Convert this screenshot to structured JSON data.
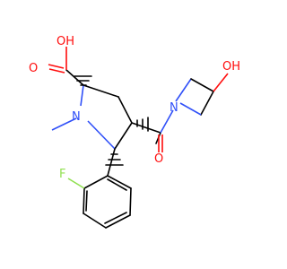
{
  "colors": {
    "background": "#ffffff",
    "carbon": "#000000",
    "oxygen": "#ff0d0d",
    "nitrogen": "#3050f8",
    "fluorine": "#90e050"
  },
  "atom_labels": {
    "carboxyl_hydroxyl": "OH",
    "carboxyl_oxygen": "O",
    "ring_nitrogen": "N",
    "azetidine_nitrogen": "N",
    "azetidine_hydroxyl": "OH",
    "amide_oxygen": "O",
    "fluorine": "F"
  }
}
